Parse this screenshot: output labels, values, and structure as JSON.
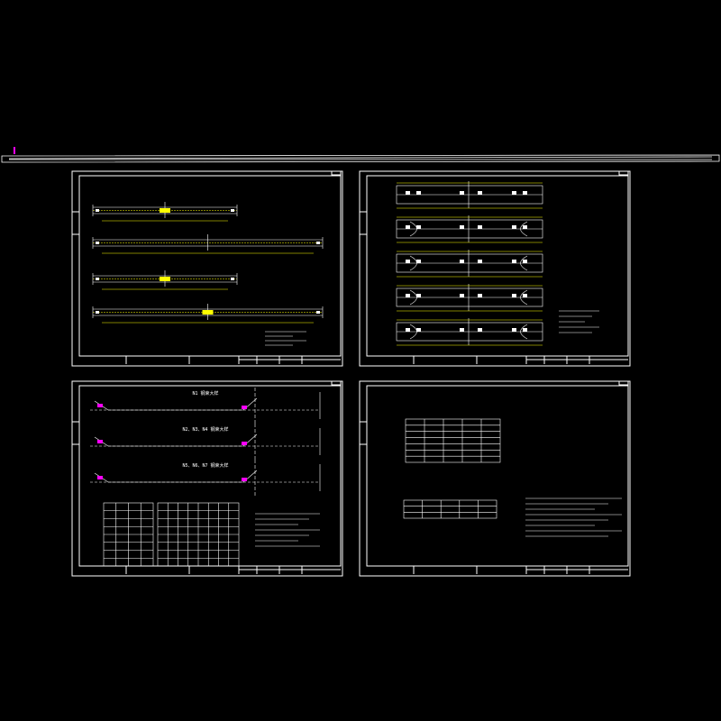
{
  "canvas": {
    "background": "#000000"
  },
  "colors": {
    "frame": "#ffffff",
    "highlight": "#ffff00",
    "accent": "#ff00ff",
    "rebar": "#00ffff"
  },
  "sheets": [
    {
      "id": "sheet-1",
      "title_block": {
        "drawing_no": "",
        "scale": ""
      }
    },
    {
      "id": "sheet-2",
      "title_block": {
        "drawing_no": "",
        "scale": ""
      }
    },
    {
      "id": "sheet-3",
      "title_block": {
        "drawing_no": "",
        "scale": ""
      }
    },
    {
      "id": "sheet-4",
      "title_block": {
        "drawing_no": "",
        "scale": ""
      }
    }
  ],
  "sheet3": {
    "section_labels": [
      "N1 钢束大样",
      "N2、N3、N4 钢束大样",
      "N5、N6、N7 钢束大样"
    ]
  },
  "sheet4": {}
}
